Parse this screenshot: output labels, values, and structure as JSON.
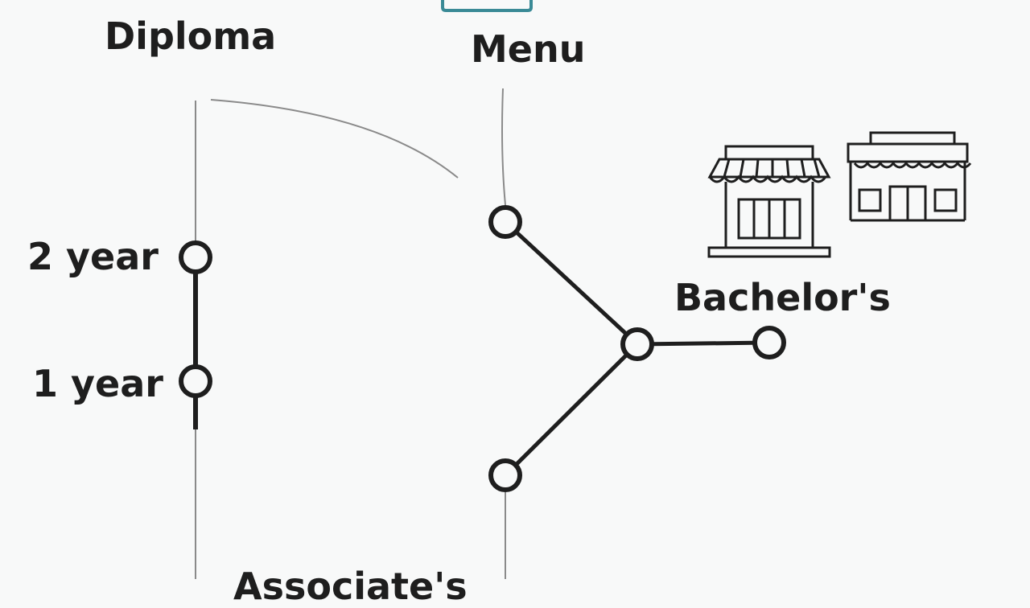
{
  "labels": {
    "diploma": "Diploma",
    "menu": "Menu",
    "two_year": "2 year",
    "one_year": "1 year",
    "bachelors": "Bachelor's",
    "associate_partial": "Associate's"
  },
  "icons": {
    "top": "laptop-icon",
    "store_left": "storefront-icon",
    "store_right": "storefront-icon"
  },
  "colors": {
    "ink": "#1e1e1e",
    "thin_line": "#8a8a8a",
    "accent_teal": "#3a8a96"
  }
}
